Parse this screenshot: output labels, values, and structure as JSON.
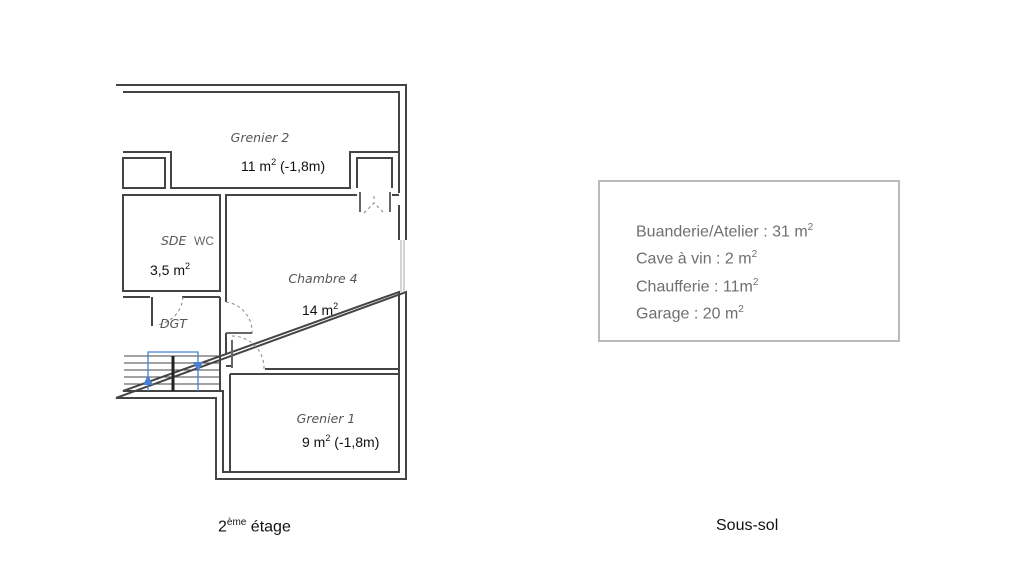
{
  "floor_plan": {
    "caption": {
      "prefix": "2",
      "sup": "ème",
      "suffix": " étage"
    },
    "rooms": {
      "grenier2": {
        "name": "Grenier 2",
        "area": "11 m",
        "area_sup": "2",
        "area_note": " (-1,8m)"
      },
      "sde": {
        "name": "SDE",
        "extra": "WC",
        "area": "3,5 m",
        "area_sup": "2"
      },
      "chambre4": {
        "name": "Chambre 4",
        "area": "14 m",
        "area_sup": "2"
      },
      "dgt": {
        "name": "DGT"
      },
      "grenier1": {
        "name": "Grenier 1",
        "area": "9 m",
        "area_sup": "2",
        "area_note": " (-1,8m)"
      }
    },
    "wall_color": "#444444",
    "stair_arrow_color": "#4a7fd6"
  },
  "basement": {
    "caption": "Sous-sol",
    "items": [
      {
        "text": "Buanderie/Atelier  :  31 m",
        "sup": "2"
      },
      {
        "text": "Cave à vin : 2 m",
        "sup": "2"
      },
      {
        "text": "Chaufferie : 11m",
        "sup": "2"
      },
      {
        "text": "Garage : 20 m",
        "sup": "2"
      }
    ],
    "border_color": "#b9b9b9",
    "text_color": "#6f6f6f"
  }
}
